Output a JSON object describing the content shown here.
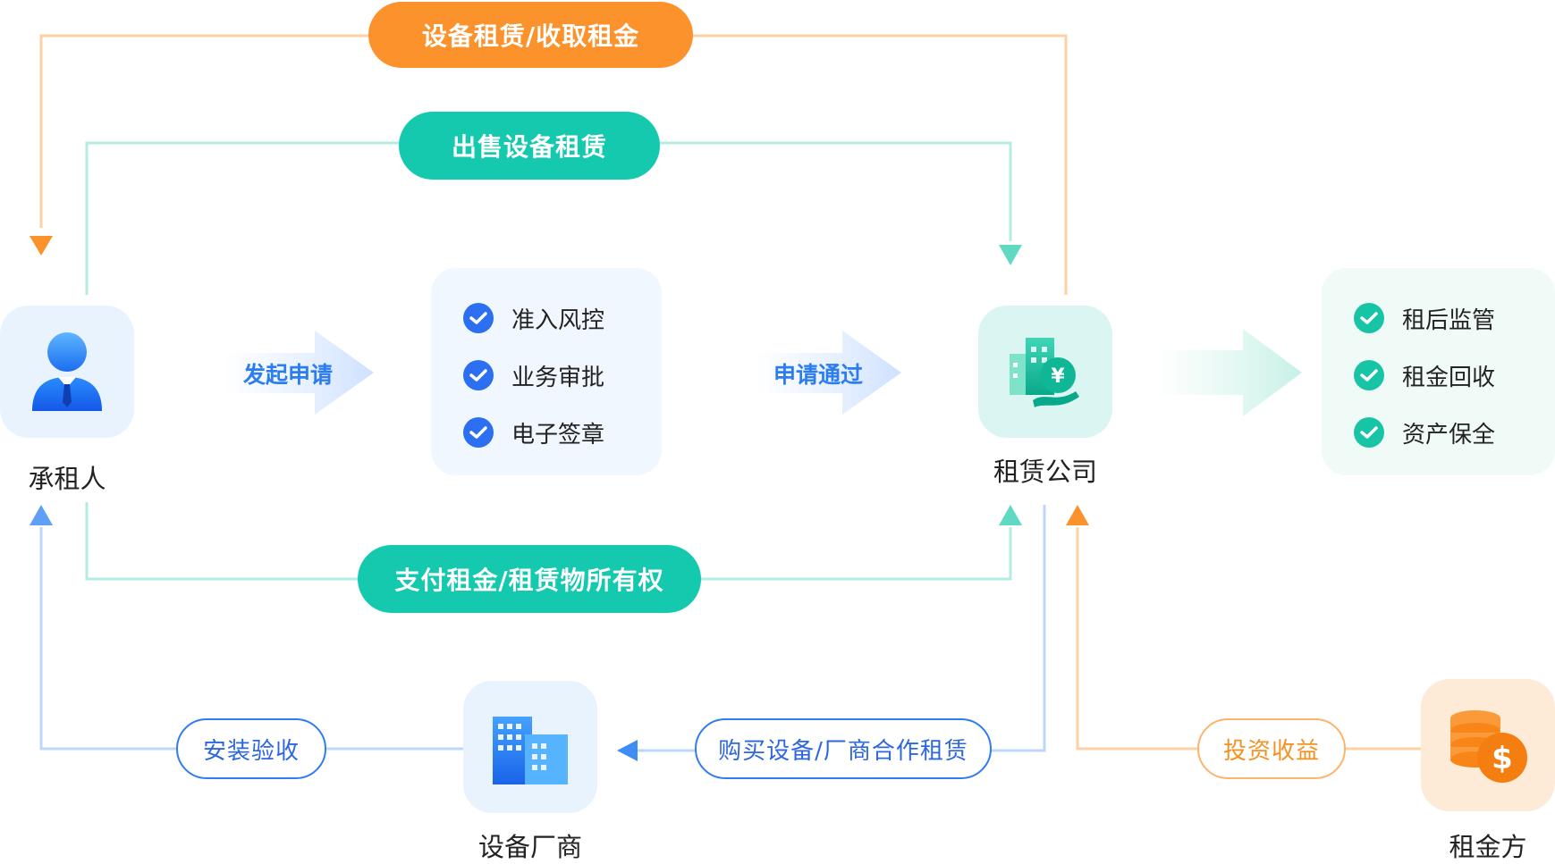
{
  "top_flows": {
    "rent_collect": "设备租赁/收取租金",
    "sell_lease": "出售设备租赁",
    "pay_rent": "支付租金/租赁物所有权"
  },
  "nodes": {
    "lessee": "承租人",
    "lease_company": "租赁公司",
    "manufacturer": "设备厂商",
    "investor": "租金方"
  },
  "process": {
    "apply_label": "发起申请",
    "approved_label": "申请通过",
    "steps": [
      "准入风控",
      "业务审批",
      "电子签章"
    ]
  },
  "post_lease": {
    "items": [
      "租后监管",
      "租金回收",
      "资产保全"
    ]
  },
  "bottom_flows": {
    "install_accept": "安装验收",
    "purchase": "购买设备/厂商合作租赁",
    "returns": "投资收益"
  },
  "colors": {
    "orange": "#fb922b",
    "teal": "#14c9ae",
    "blue": "#2c6ff0"
  }
}
